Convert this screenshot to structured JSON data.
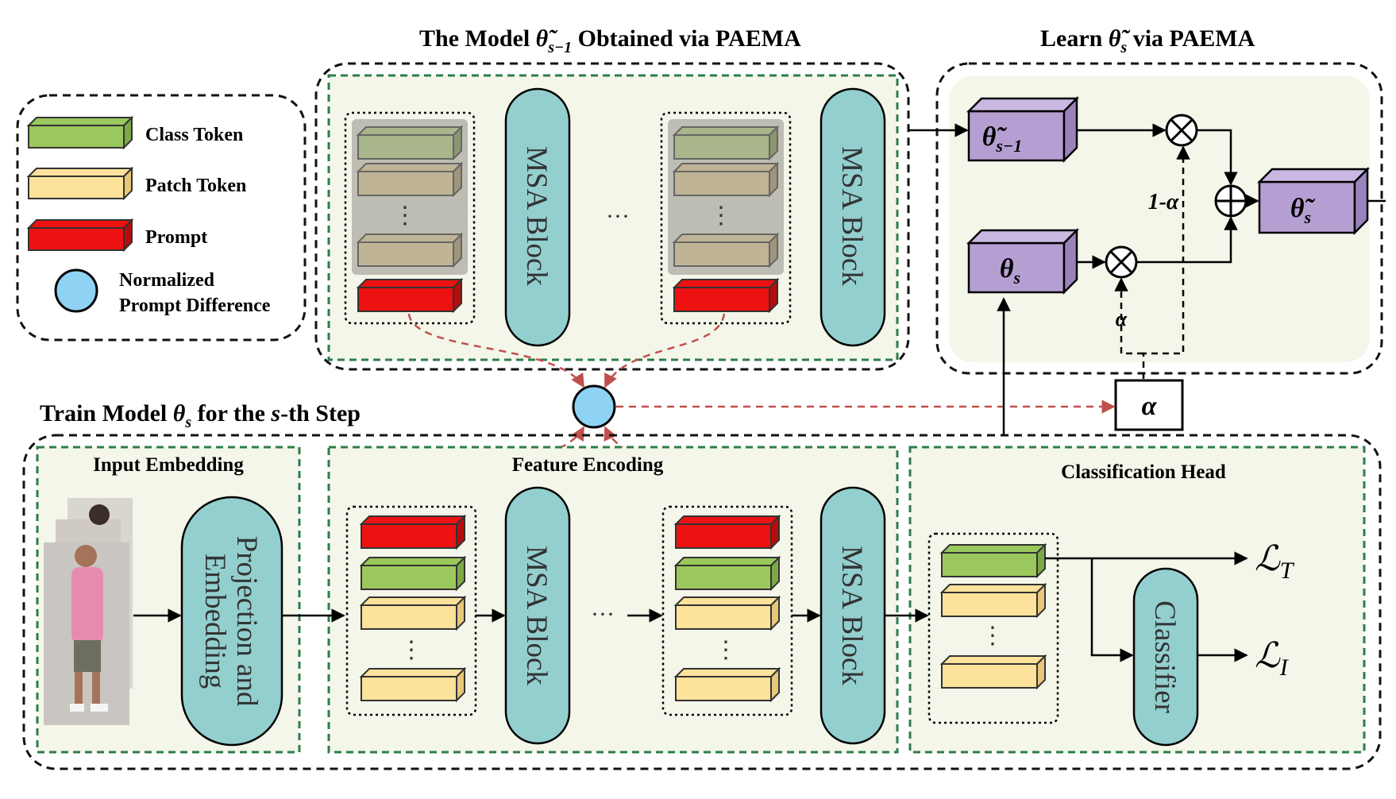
{
  "titles": {
    "top_model_prefix": "The Model ",
    "top_model_sub": "s−1",
    "top_model_suffix": " Obtained via PAEMA",
    "learn_prefix": "Learn ",
    "learn_sub": "s",
    "learn_suffix": " via PAEMA",
    "train_prefix": "Train Model ",
    "train_sub": "s",
    "train_mid": "  for the ",
    "train_s": "s",
    "train_suffix": "-th Step"
  },
  "legend": {
    "class_token": "Class Token",
    "patch_token": "Patch Token",
    "prompt": "Prompt",
    "npd_line1": "Normalized",
    "npd_line2": "Prompt Difference"
  },
  "sections": {
    "input_embedding": "Input Embedding",
    "feature_encoding": "Feature Encoding",
    "classification_head": "Classification Head"
  },
  "blocks": {
    "msa_block": "MSA  Block",
    "projection_line1": "Projection and",
    "projection_line2": "Embedding",
    "classifier": "Classifier"
  },
  "symbols": {
    "theta": "θ",
    "tilde_theta": "θ̃",
    "sub_s_minus_1": "s−1",
    "sub_s": "s",
    "alpha": "α",
    "one_minus_alpha": "1-α",
    "otimes": "⊗",
    "oplus": "⊕",
    "loss_script": "ℒ",
    "loss_T": "T",
    "loss_I": "I",
    "dots_h": "···",
    "dots_v": "⋮"
  },
  "colors": {
    "class_token": "#9bc85c",
    "patch_token": "#fce29a",
    "prompt": "#ee1111",
    "frozen_token": "#b7b096",
    "msa_block": "#93cfcf",
    "param_box": "#b59fd2",
    "panel_bg": "#f3f6e9",
    "npd_circle": "#8fd3f4",
    "dash_green": "#2e7d4a",
    "dash_red": "#c0504d"
  }
}
